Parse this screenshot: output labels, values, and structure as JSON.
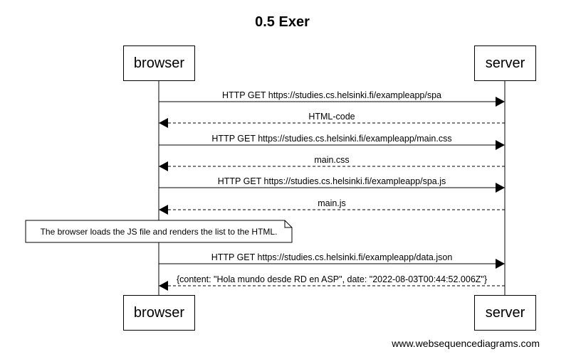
{
  "diagram": {
    "title": "0.5 Exer",
    "participants": [
      {
        "id": "browser",
        "label": "browser"
      },
      {
        "id": "server",
        "label": "server"
      }
    ],
    "messages": [
      {
        "from": "browser",
        "to": "server",
        "label": "HTTP GET https://studies.cs.helsinki.fi/exampleapp/spa",
        "style": "solid"
      },
      {
        "from": "server",
        "to": "browser",
        "label": "HTML-code",
        "style": "dashed"
      },
      {
        "from": "browser",
        "to": "server",
        "label": "HTTP GET https://studies.cs.helsinki.fi/exampleapp/main.css",
        "style": "solid"
      },
      {
        "from": "server",
        "to": "browser",
        "label": "main.css",
        "style": "dashed"
      },
      {
        "from": "browser",
        "to": "server",
        "label": "HTTP GET https://studies.cs.helsinki.fi/exampleapp/spa.js",
        "style": "solid"
      },
      {
        "from": "server",
        "to": "browser",
        "label": "main.js",
        "style": "dashed"
      },
      {
        "from": "browser",
        "to": "server",
        "label": "HTTP GET https://studies.cs.helsinki.fi/exampleapp/data.json",
        "style": "solid"
      },
      {
        "from": "server",
        "to": "browser",
        "label": "{content: \"Hola mundo desde RD en ASP\", date: \"2022-08-03T00:44:52.006Z\"}",
        "style": "dashed"
      }
    ],
    "note": {
      "label": "The browser loads the JS file and renders the list to the HTML."
    }
  },
  "watermark": "www.websequencediagrams.com"
}
